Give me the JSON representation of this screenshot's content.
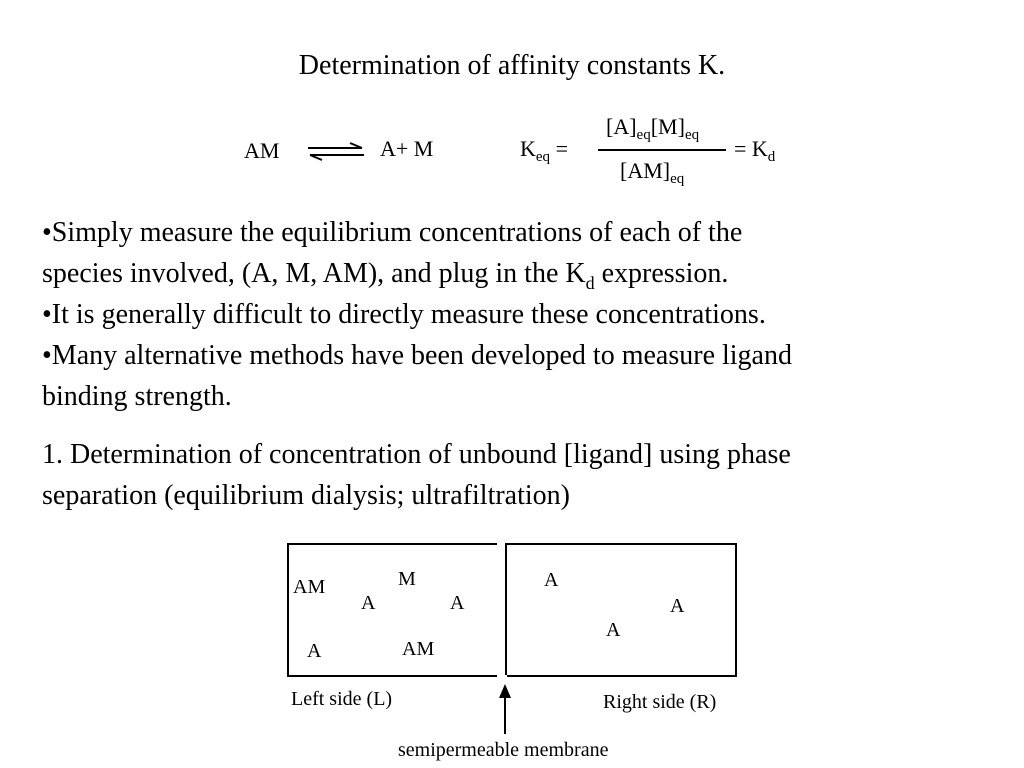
{
  "title": "Determination of affinity constants K.",
  "equation": {
    "reactant": "AM",
    "products": "A+ M",
    "keq_base": "K",
    "keq_sub": "eq",
    "equals": "=",
    "num_a": "[A]",
    "num_a_sub": "eq",
    "num_m": "[M]",
    "num_m_sub": "eq",
    "den": "[AM]",
    "den_sub": "eq",
    "result": "= K",
    "result_sub": "d"
  },
  "bullets": {
    "b1_line1": "•Simply measure the equilibrium concentrations of each of the",
    "b1_line2_pre": "species involved, (A, M, AM), and plug in the K",
    "b1_line2_sub": "d",
    "b1_line2_post": " expression.",
    "b2": "•It is generally difficult to directly measure these concentrations.",
    "b3_line1": "•Many alternative methods have been developed to measure ligand",
    "b3_line2": "binding strength."
  },
  "method": {
    "line1": "1.  Determination of concentration of unbound [ligand] using phase",
    "line2": "separation (equilibrium dialysis; ultrafiltration)"
  },
  "diagram": {
    "left_molecules": [
      "AM",
      "M",
      "A",
      "A",
      "A",
      "AM"
    ],
    "right_molecules": [
      "A",
      "A",
      "A"
    ],
    "left_label": "Left side (L)",
    "right_label": "Right side (R)",
    "membrane_label": "semipermeable membrane"
  }
}
